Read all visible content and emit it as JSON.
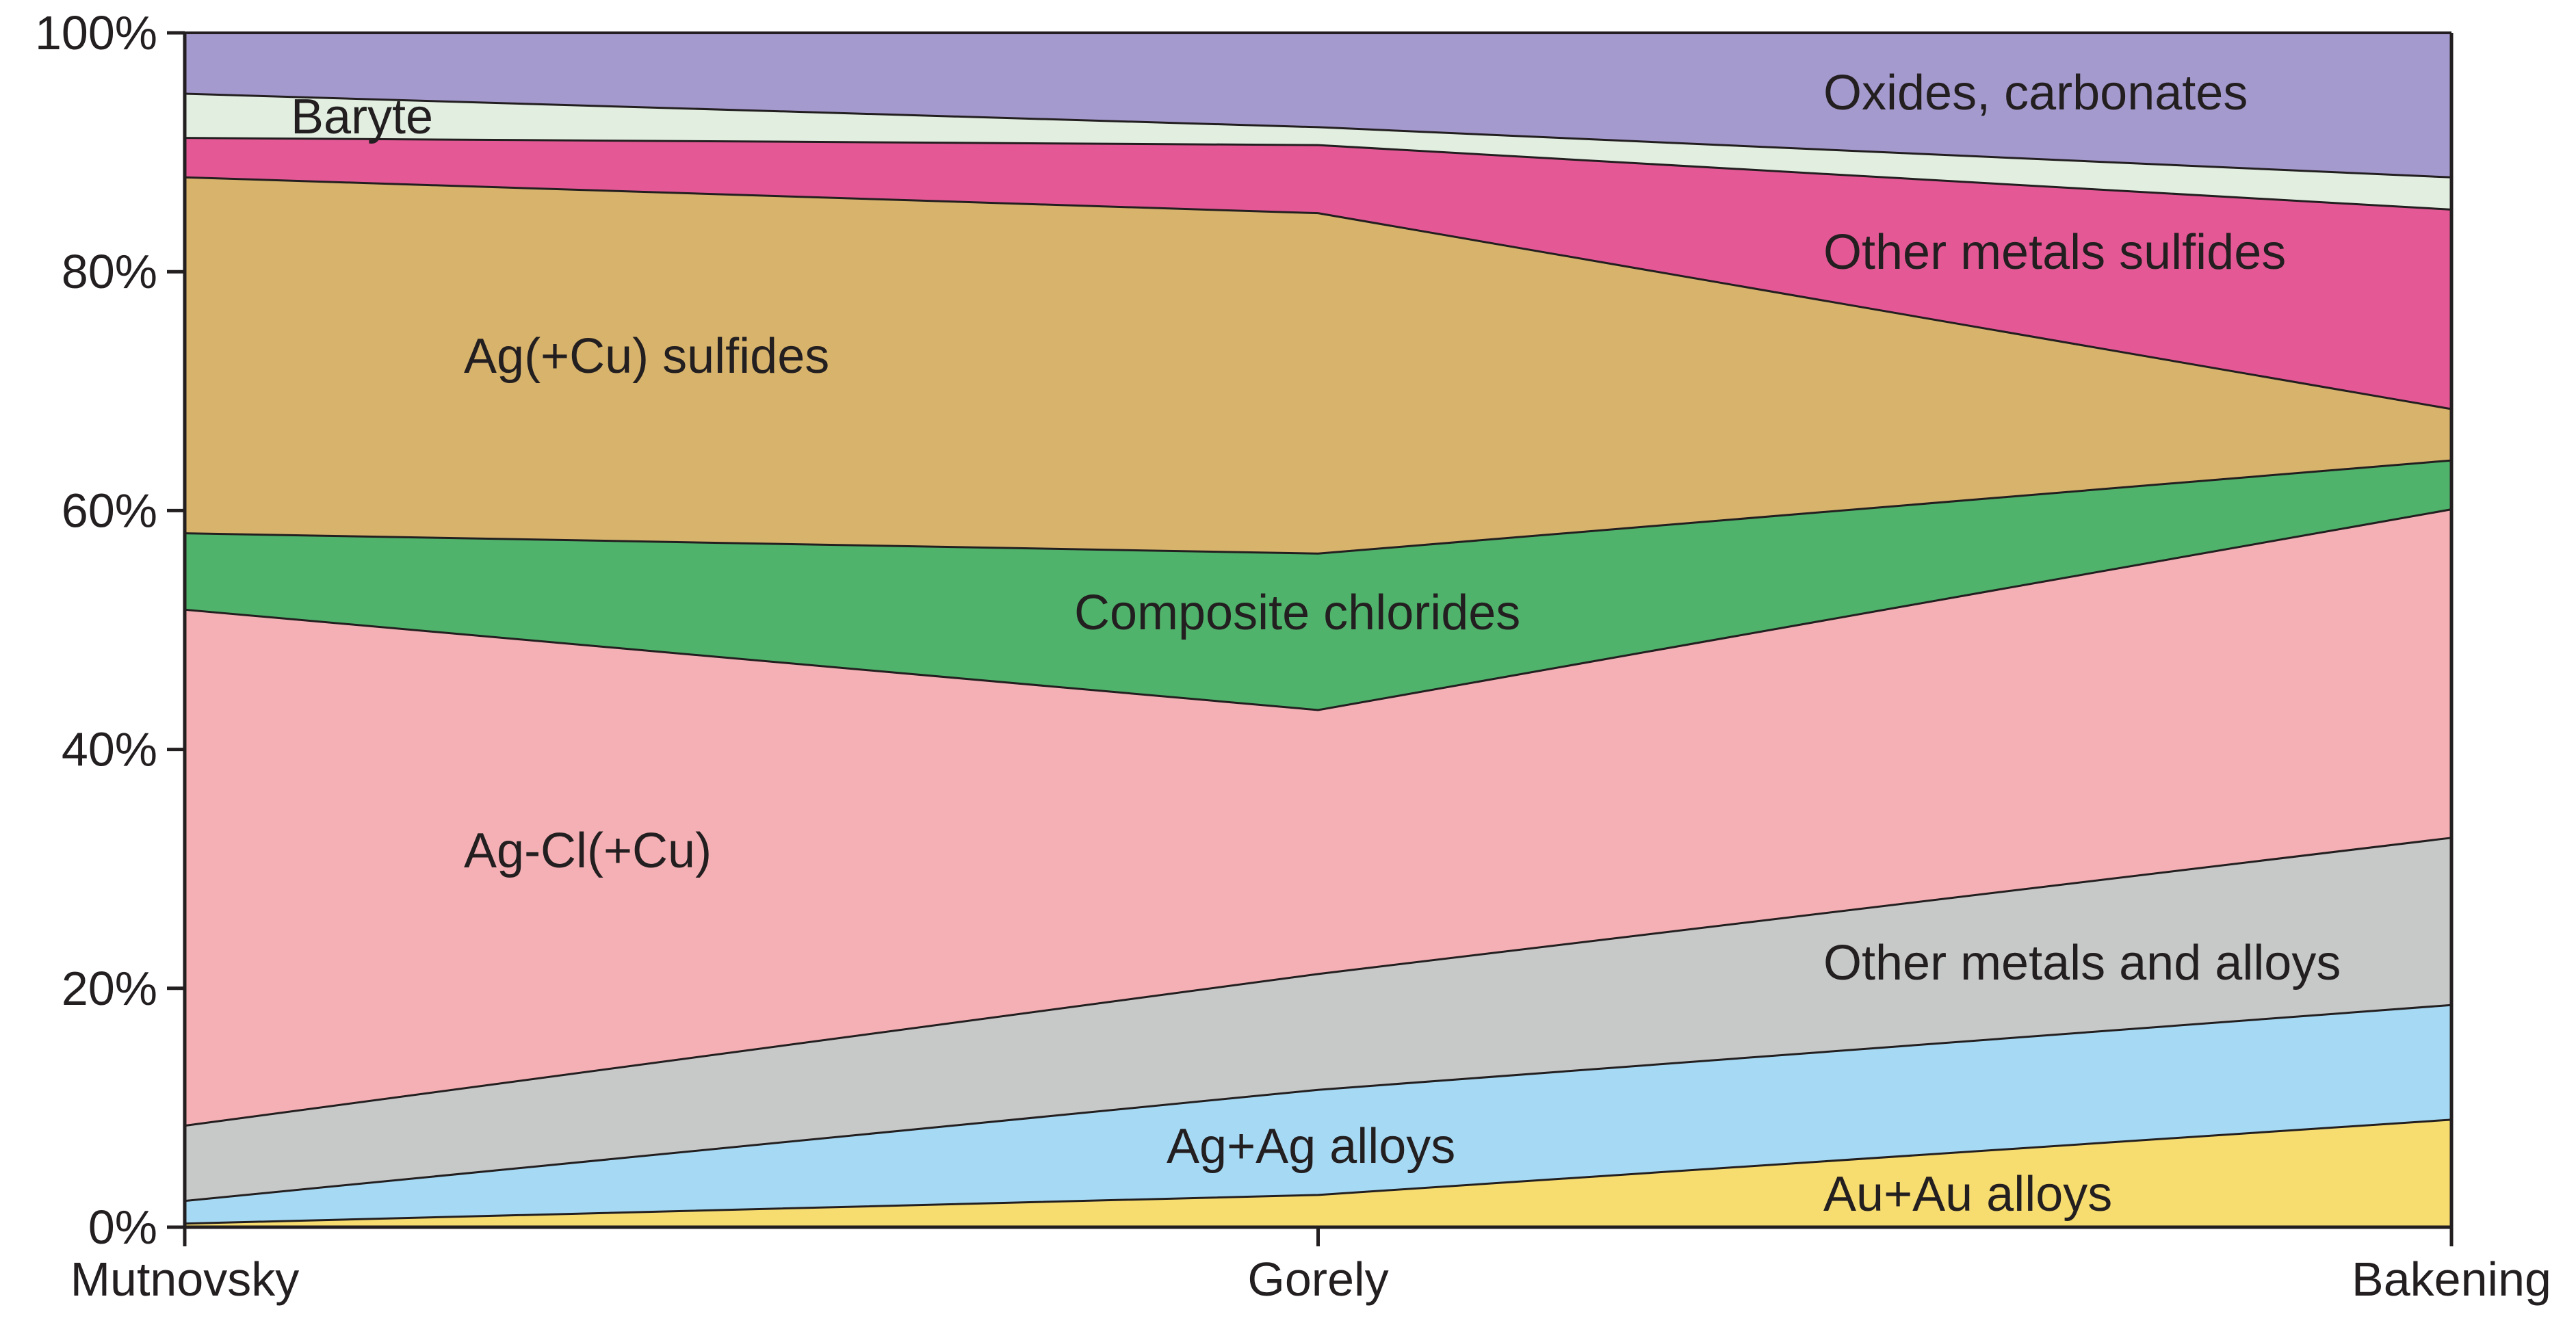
{
  "chart_data": {
    "type": "area",
    "stacked": true,
    "normalized": true,
    "categories": [
      "Mutnovsky",
      "Gorely",
      "Bakening"
    ],
    "y_ticks": [
      "0%",
      "20%",
      "40%",
      "60%",
      "80%",
      "100%"
    ],
    "ylim": [
      0,
      100
    ],
    "grid": false,
    "series": [
      {
        "name": "Au+Au alloys",
        "color": "#f7dc6f",
        "values": [
          0.3,
          2.7,
          9.0
        ]
      },
      {
        "name": "Ag+Ag alloys",
        "color": "#a6daf4",
        "values": [
          1.9,
          8.8,
          9.6
        ]
      },
      {
        "name": "Other metals and alloys",
        "color": "#c7c8c8",
        "values": [
          6.3,
          9.7,
          14.0
        ]
      },
      {
        "name": "Ag-Cl(+Cu)",
        "color": "#f4b0b4",
        "values": [
          43.2,
          22.1,
          27.5
        ]
      },
      {
        "name": "Composite chlorides",
        "color": "#4fb36b",
        "values": [
          6.4,
          13.1,
          4.1
        ]
      },
      {
        "name": "Ag(+Cu) sulfides",
        "color": "#d7b36c",
        "values": [
          29.8,
          28.5,
          4.3
        ]
      },
      {
        "name": "Other metals sulfides",
        "color": "#e55896",
        "values": [
          3.3,
          5.7,
          16.7
        ]
      },
      {
        "name": "Baryte",
        "color": "#e1eee0",
        "values": [
          3.7,
          1.5,
          2.7
        ]
      },
      {
        "name": "Oxides, carbonates",
        "color": "#a59ace",
        "values": [
          5.1,
          7.9,
          12.1
        ]
      }
    ]
  }
}
